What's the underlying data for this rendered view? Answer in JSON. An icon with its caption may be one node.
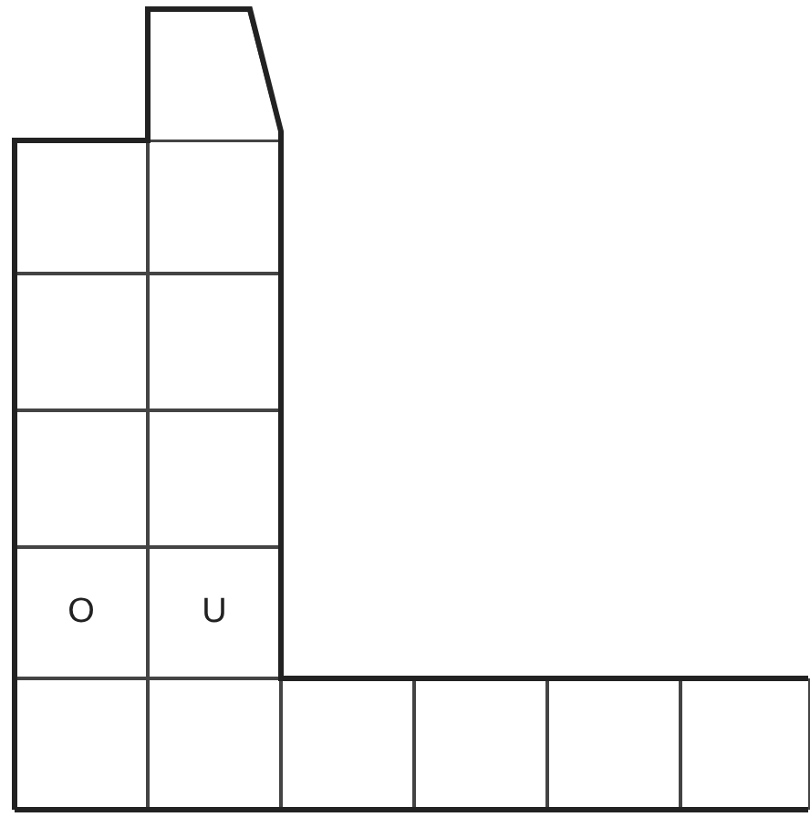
{
  "diagram": {
    "nodes": [
      {
        "text": [],
        "shape": "box"
      },
      {
        "text": [],
        "shape": "box"
      },
      {
        "text": [],
        "shape": "box"
      },
      {
        "text": [],
        "shape": "box"
      },
      {
        "text": [],
        "shape": "box"
      },
      {
        "text": [],
        "shape": "box"
      },
      {
        "text": [],
        "shape": "box"
      },
      {
        "text": [
          "O"
        ]
      },
      {
        "text": [
          "U"
        ]
      },
      {
        "text": [],
        "shape": "box"
      },
      {
        "text": [],
        "shape": "box"
      },
      {
        "text": [],
        "shape": "box"
      },
      {
        "text": [],
        "shape": "box"
      },
      {
        "text": [],
        "shape": "box"
      },
      {
        "text": [],
        "shape": "box"
      }
    ]
  }
}
